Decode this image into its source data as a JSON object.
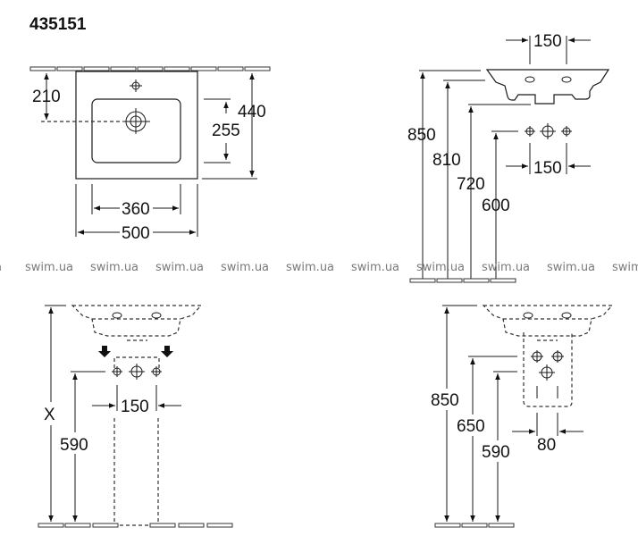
{
  "title": "435151",
  "watermark": {
    "text": "swim.ua",
    "repeat_labels": [
      "a",
      "swim.ua",
      "swim.ua",
      "swim.ua",
      "swim.ua",
      "swim.ua",
      "swim.ua",
      "swim.ua",
      "swim.ua",
      "swim.ua",
      "swim"
    ]
  },
  "top_view": {
    "dims": {
      "tap_hole_from_wall": "210",
      "basin_depth": "255",
      "overall_depth": "440",
      "basin_width": "360",
      "overall_width": "500"
    }
  },
  "side_view": {
    "dims": {
      "tap_spacing_top": "150",
      "height_rim": "850",
      "height_underside": "810",
      "height_trap": "720",
      "height_supply": "600",
      "supply_spacing": "150"
    }
  },
  "pedestal_view": {
    "dims": {
      "height_variable": "X",
      "height_supply": "590",
      "supply_spacing": "150"
    }
  },
  "semi_pedestal_view": {
    "dims": {
      "height_rim": "850",
      "height_upper_supply": "650",
      "height_waste": "590",
      "supply_spacing": "80"
    }
  }
}
